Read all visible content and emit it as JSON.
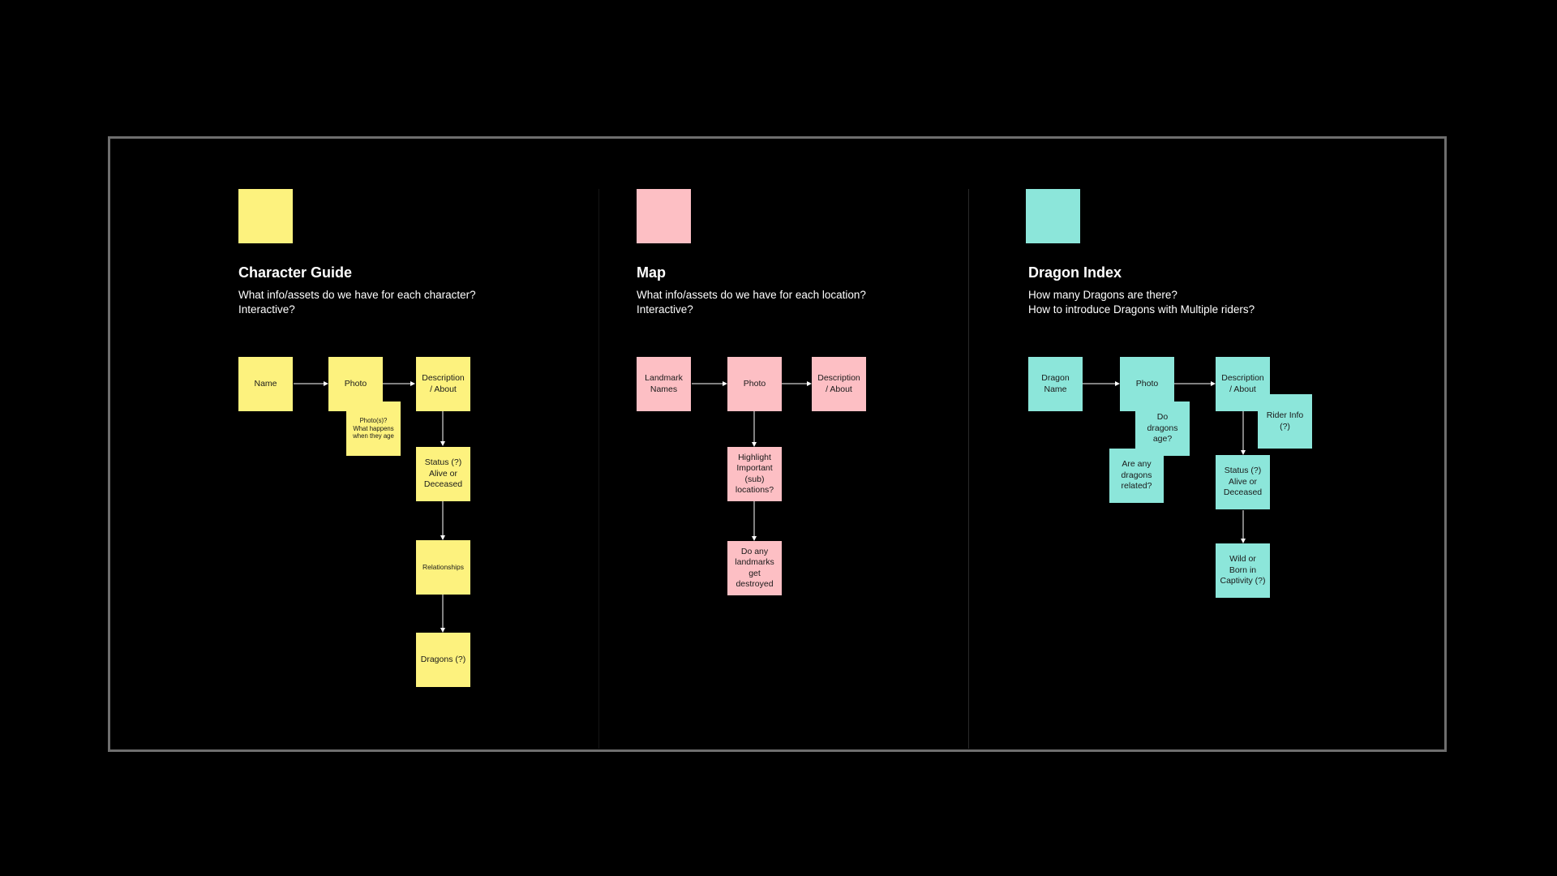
{
  "colors": {
    "background": "#000000",
    "frame_border": "#6e6e6e",
    "yellow_note": "#fdf27e",
    "pink_note": "#fdbfc4",
    "teal_note": "#8ce6da",
    "text_on_note": "#1a1a1a"
  },
  "sections": [
    {
      "title": "Character Guide",
      "subtitle_lines": [
        "What info/assets do we have for each character?",
        "Interactive?"
      ],
      "notes": {
        "name": "Name",
        "photo": "Photo",
        "photo_sub": "Photo(s)?\nWhat happens\nwhen they age",
        "description": "Description\n/ About",
        "status": "Status (?)\nAlive or\nDeceased",
        "relationships": "Relationships",
        "dragons": "Dragons (?)"
      }
    },
    {
      "title": "Map",
      "subtitle_lines": [
        "What info/assets do we have for each location?",
        "Interactive?"
      ],
      "notes": {
        "landmark_names": "Landmark\nNames",
        "photo": "Photo",
        "description": "Description\n/ About",
        "highlight": "Highlight\nImportant\n(sub)\nlocations?",
        "destroyed": "Do any\nlandmarks\nget\ndestroyed"
      }
    },
    {
      "title": "Dragon Index",
      "subtitle_lines": [
        "How many Dragons are there?",
        "How to introduce Dragons with Multiple riders?"
      ],
      "notes": {
        "dragon_name": "Dragon\nName",
        "photo": "Photo",
        "dragons_age": "Do\ndragons\nage?",
        "dragons_related": "Are any\ndragons\nrelated?",
        "description": "Description\n/ About",
        "rider_info": "Rider Info\n(?)",
        "status": "Status (?)\nAlive or\nDeceased",
        "wild": "Wild or\nBorn in\nCaptivity (?)"
      }
    }
  ]
}
